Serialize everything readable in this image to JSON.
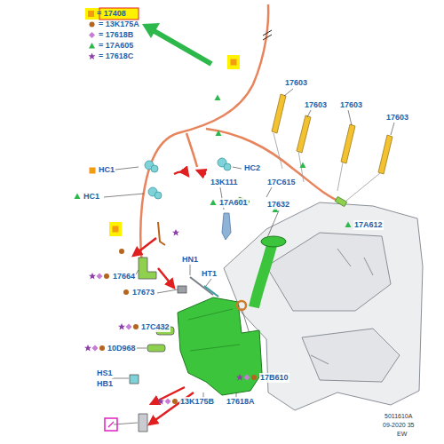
{
  "diagram": {
    "labels": [
      "17603",
      "17603",
      "17603",
      "17603",
      "HC1",
      "HC2",
      "HC1",
      "17A601",
      "13K111",
      "17C615",
      "17632",
      "17A612",
      "17664",
      "HN1",
      "HT1",
      "17673",
      "17C432",
      "10D968",
      "17B610",
      "HS1",
      "HB1",
      "13K175B",
      "17618A",
      "5011610A",
      "09-2020 35",
      "EW"
    ],
    "legend": [
      {
        "text": "= 17408",
        "color": "#f39c12"
      },
      {
        "text": "= 13K175A"
      },
      {
        "text": "= 17618B"
      },
      {
        "text": "= 17A605"
      },
      {
        "text": "= 17618C"
      }
    ]
  }
}
